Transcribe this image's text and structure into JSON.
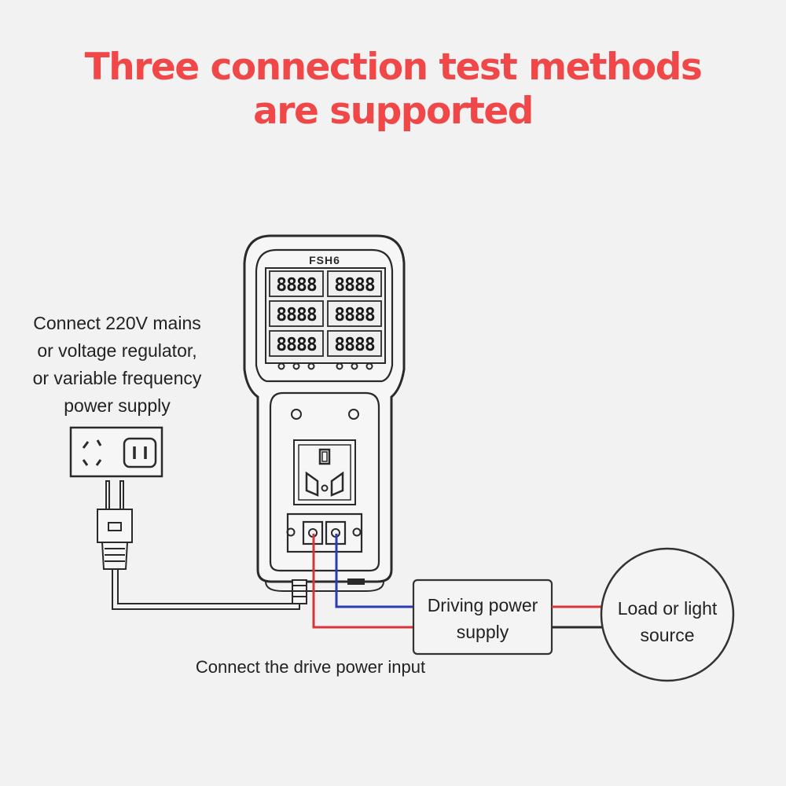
{
  "title": {
    "line1": "Three connection test methods",
    "line2": "are supported"
  },
  "colors": {
    "title": "#f04848",
    "red_wire": "#d9343a",
    "blue_wire": "#2b3bb0",
    "outline": "#2a2a2a",
    "background": "#f2f2f2"
  },
  "device": {
    "model": "FSH6",
    "display_readings": [
      "8888",
      "8888",
      "8888",
      "8888",
      "8888",
      "8888"
    ]
  },
  "labels": {
    "mains": [
      "Connect 220V mains",
      "or voltage regulator,",
      "or variable frequency",
      "power supply"
    ],
    "driver": [
      "Driving power",
      "supply"
    ],
    "load": [
      "Load or light",
      "source"
    ],
    "drive_input": "Connect the drive power input"
  },
  "icons": [
    "wall-socket-icon",
    "power-plug-icon",
    "universal-outlet-icon",
    "terminal-connector-icon"
  ]
}
